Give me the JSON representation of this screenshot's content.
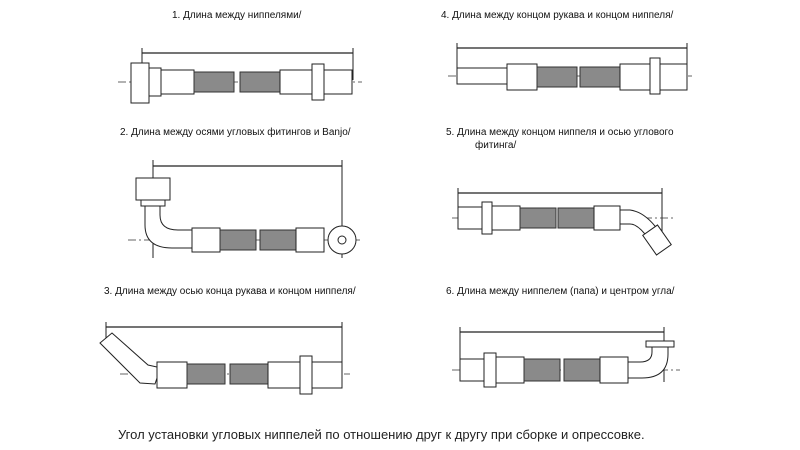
{
  "diagrams": [
    {
      "id": 1,
      "label": "1. Длина между ниппелями/"
    },
    {
      "id": 2,
      "label": "2. Длина между осями угловых фитингов и Banjo/"
    },
    {
      "id": 3,
      "label": "3. Длина между осью конца рукава и концом ниппеля/"
    },
    {
      "id": 4,
      "label": "4. Длина между концом рукава и концом ниппеля/"
    },
    {
      "id": 5,
      "label": "5. Длина между концом ниппеля и осью углового",
      "label_line2": "фитинга/"
    },
    {
      "id": 6,
      "label": "6. Длина между ниппелем (папа) и центром угла/"
    }
  ],
  "caption": "Угол установки угловых ниппелей по отношению друг к другу при сборке и опрессовке.",
  "colors": {
    "hose": "#8a8a8a",
    "lines": "#222222",
    "background": "#ffffff"
  }
}
